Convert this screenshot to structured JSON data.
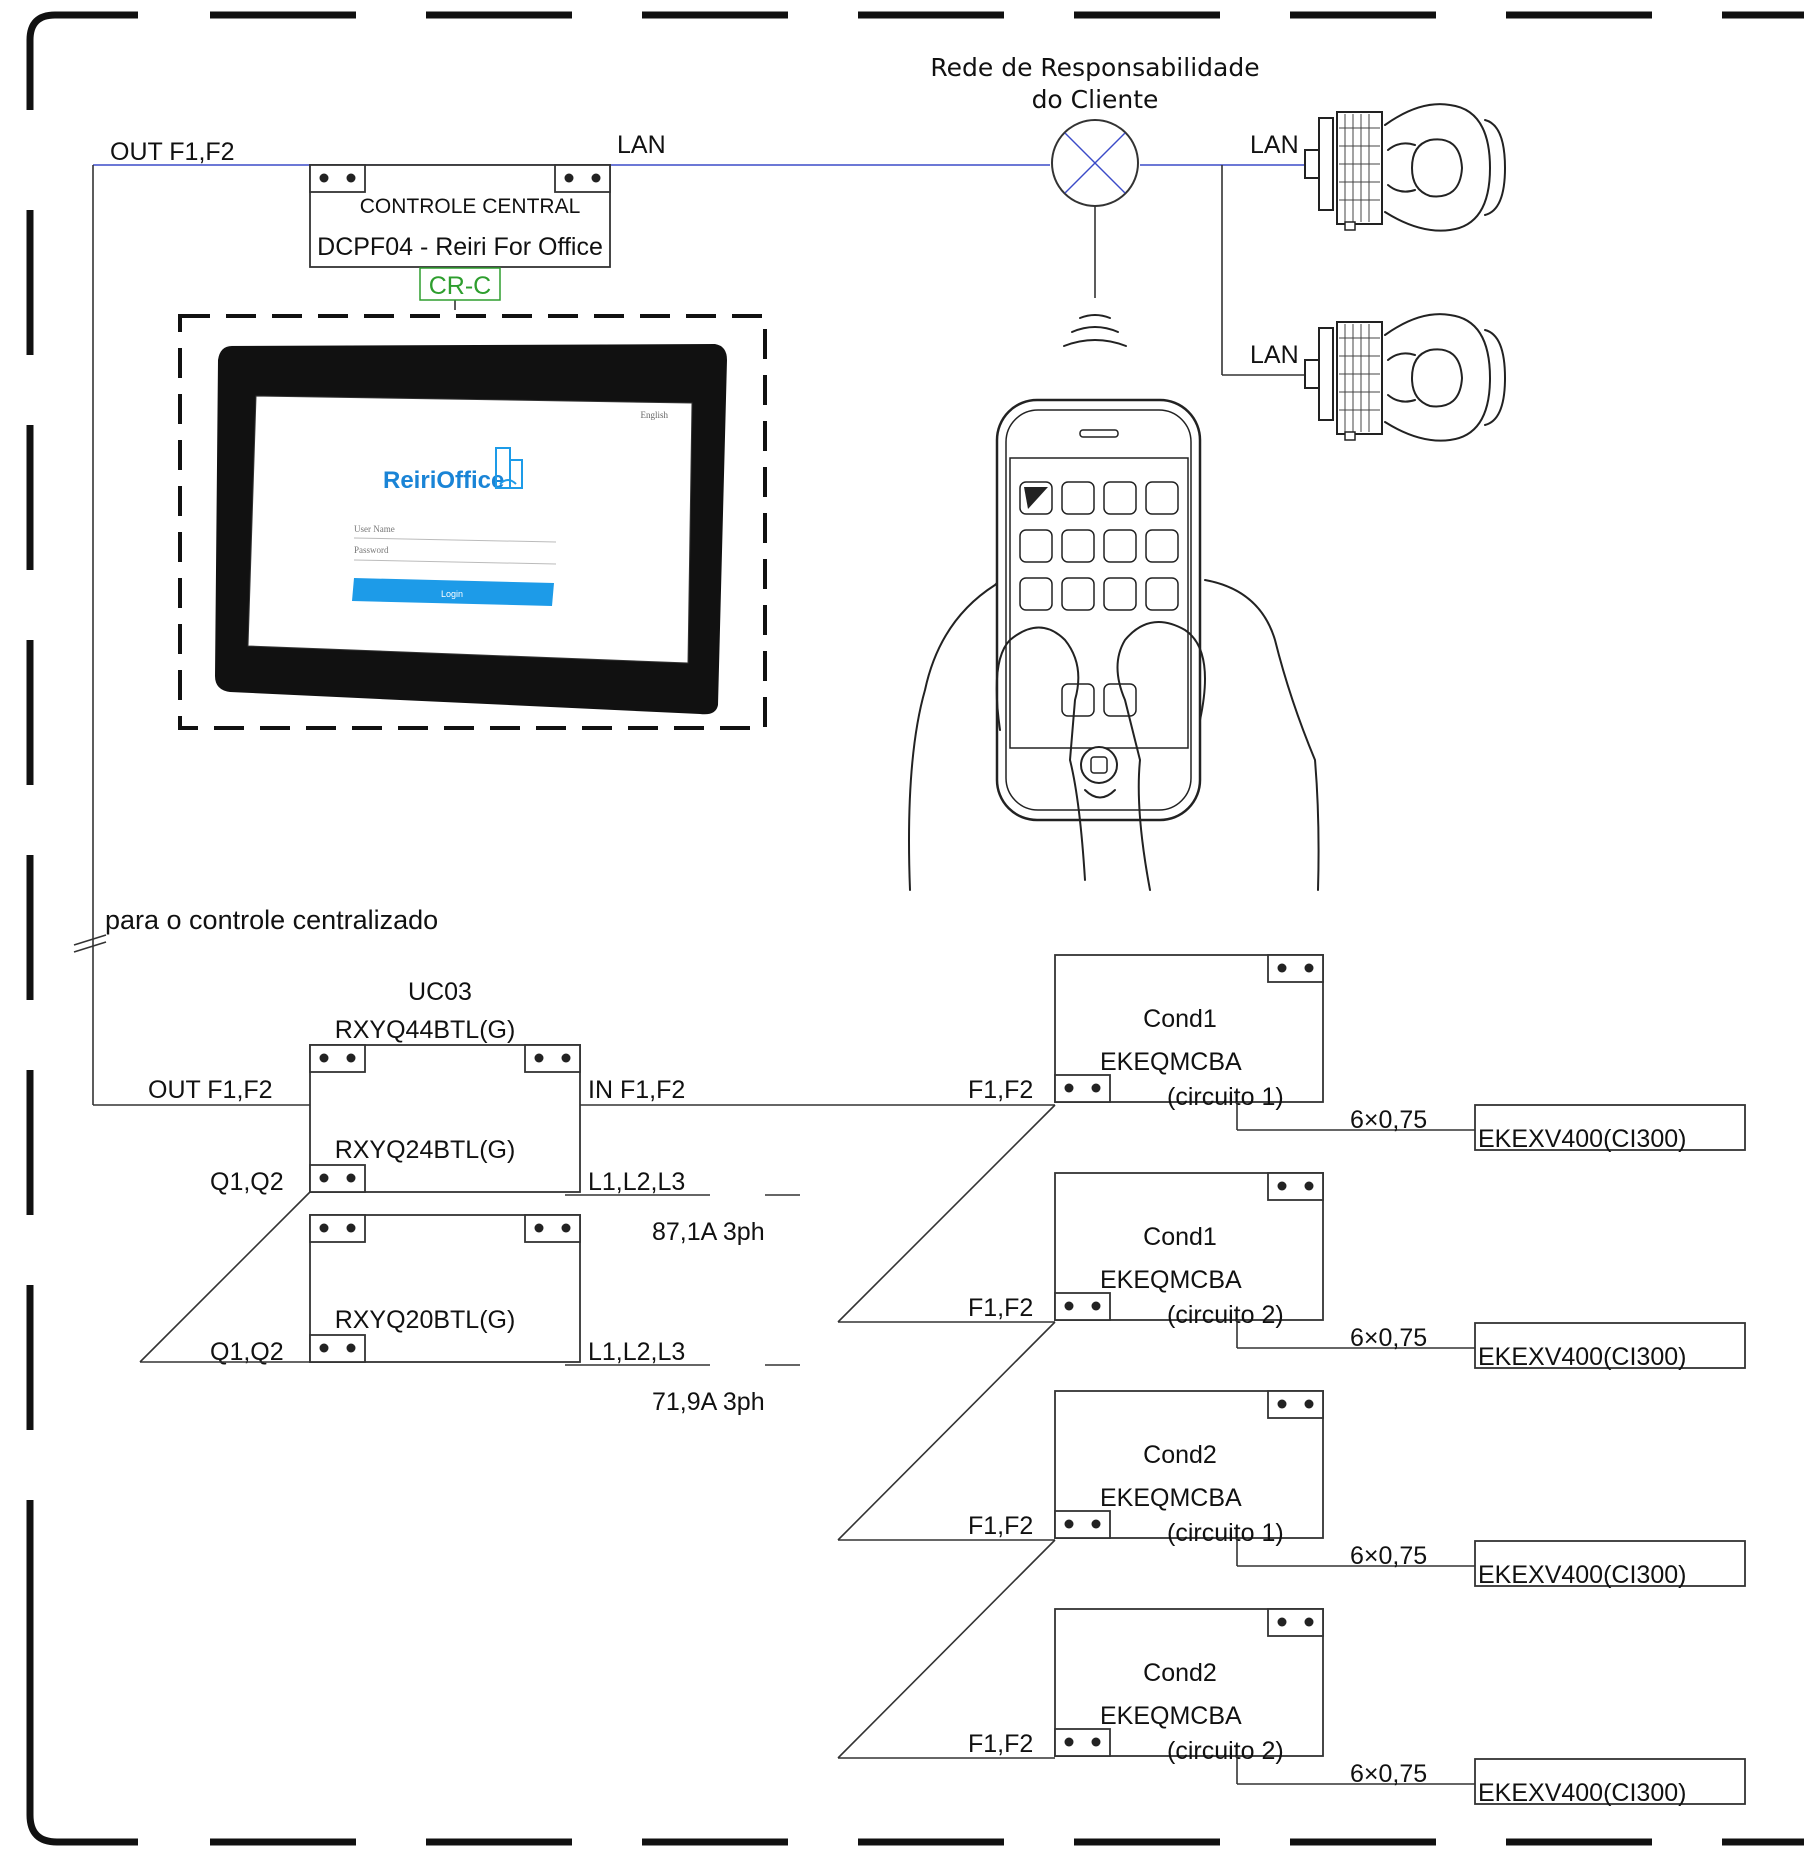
{
  "network": {
    "customer_network_line1": "Rede de Responsabilidade",
    "customer_network_line2": "do Cliente",
    "lan_main": "LAN",
    "lan_pc1": "LAN",
    "lan_pc2": "LAN",
    "out_top": "OUT F1,F2",
    "centralized_note": "para o controle centralizado"
  },
  "central_controller": {
    "title": "CONTROLE CENTRAL",
    "model": "DCPF04 - Reiri For Office",
    "tag": "CR-C",
    "tag_color": "#2e9e2e"
  },
  "tablet_screen": {
    "logo": "ReiriOffice",
    "language": "English",
    "username_placeholder": "User Name",
    "password_placeholder": "Password",
    "login_button": "Login",
    "button_color": "#1d9be8"
  },
  "outdoor_unit": {
    "group": "UC03",
    "model_total": "RXYQ44BTL(G)",
    "module1": "RXYQ24BTL(G)",
    "module2": "RXYQ20BTL(G)",
    "out": "OUT F1,F2",
    "in": "IN F1,F2",
    "q1": "Q1,Q2",
    "q2": "Q1,Q2",
    "l1": "L1,L2,L3",
    "l2": "L1,L2,L3",
    "current1": "87,1A 3ph",
    "current2": "71,9A 3ph"
  },
  "condensers": [
    {
      "name": "Cond1",
      "model": "EKEQMCBA",
      "circuit": "(circuito 1)",
      "f": "F1,F2",
      "cable": "6×0,75",
      "valve": "EKEXV400(CI300)"
    },
    {
      "name": "Cond1",
      "model": "EKEQMCBA",
      "circuit": "(circuito 2)",
      "f": "F1,F2",
      "cable": "6×0,75",
      "valve": "EKEXV400(CI300)"
    },
    {
      "name": "Cond2",
      "model": "EKEQMCBA",
      "circuit": "(circuito 1)",
      "f": "F1,F2",
      "cable": "6×0,75",
      "valve": "EKEXV400(CI300)"
    },
    {
      "name": "Cond2",
      "model": "EKEQMCBA",
      "circuit": "(circuito 2)",
      "f": "F1,F2",
      "cable": "6×0,75",
      "valve": "EKEXV400(CI300)"
    }
  ],
  "line_color": "#3b4bc8"
}
